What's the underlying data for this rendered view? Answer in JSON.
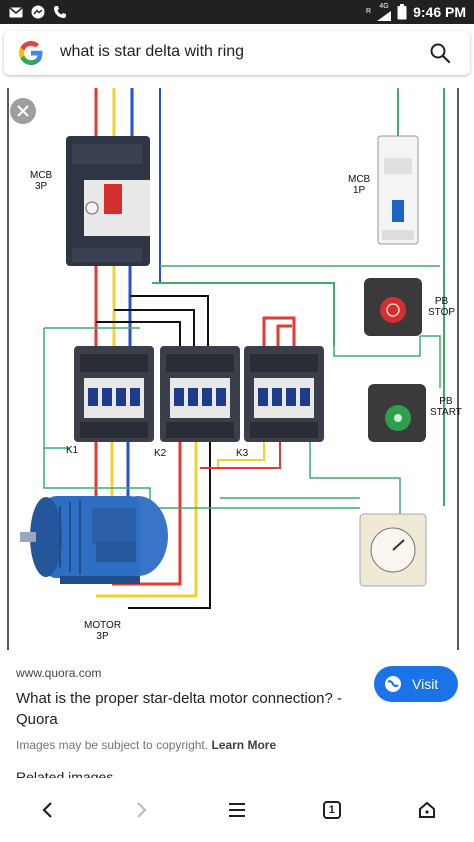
{
  "status_bar": {
    "time": "9:46 PM",
    "network": "4G",
    "roaming": "R",
    "icons": [
      "gmail-icon",
      "messenger-icon",
      "phone-icon",
      "signal-icon",
      "battery-icon"
    ]
  },
  "search": {
    "query": "what is star delta with ring"
  },
  "diagram": {
    "labels": {
      "mcb3p": "MCB\n3P",
      "mcb1p": "MCB\n1P",
      "pb_stop": "PB\nSTOP",
      "pb_start": "PB\nSTART",
      "k1": "K1",
      "k2": "K2",
      "k3": "K3",
      "motor": "MOTOR\n3P"
    },
    "colors": {
      "wire_red": "#e53935",
      "wire_yellow": "#f2d22e",
      "wire_blue": "#2a4fd7",
      "wire_green": "#3fae6b",
      "wire_black": "#111111",
      "contactor_body": "#3b3f4a",
      "motor_blue": "#2f6fc3"
    }
  },
  "result": {
    "source": "www.quora.com",
    "title": "What is the proper star-delta motor connection? - Quora",
    "visit_label": "Visit",
    "copyright": "Images may be subject to copyright.",
    "learn_more": "Learn More",
    "related": "Related images"
  },
  "nav": {
    "items": [
      "back-icon",
      "forward-icon",
      "menu-icon",
      "tabs-icon",
      "home-icon"
    ],
    "tab_count": "1"
  }
}
